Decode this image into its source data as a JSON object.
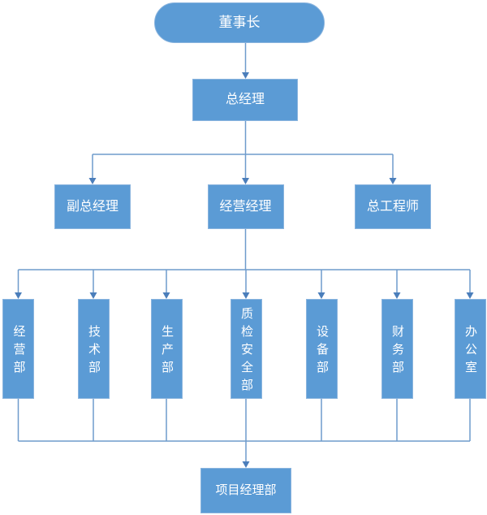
{
  "nodes": {
    "chairman": "董事长",
    "general_manager": "总经理",
    "deputy_general_manager": "副总经理",
    "operations_manager": "经营经理",
    "chief_engineer": "总工程师",
    "project_management_dept": "项目经理部"
  },
  "departments": [
    {
      "label": "经营部"
    },
    {
      "label": "技术部"
    },
    {
      "label": "生产部"
    },
    {
      "label": "质检安全部"
    },
    {
      "label": "设备部"
    },
    {
      "label": "财务部"
    },
    {
      "label": "办公室"
    }
  ],
  "hierarchy": {
    "chairman_to": "总经理",
    "general_manager_to": [
      "副总经理",
      "经营经理",
      "总工程师"
    ],
    "operations_manager_to": [
      "经营部",
      "技术部",
      "生产部",
      "质检安全部",
      "设备部",
      "财务部",
      "办公室"
    ],
    "departments_to": "项目经理部"
  },
  "colors": {
    "node_fill": "#5B9BD5",
    "node_border": "#8AB4DE",
    "connector_line": "#6E9BCC",
    "arrowhead": "#4B7EBB",
    "text": "#FFFFFF",
    "background": "#FFFFFF"
  }
}
